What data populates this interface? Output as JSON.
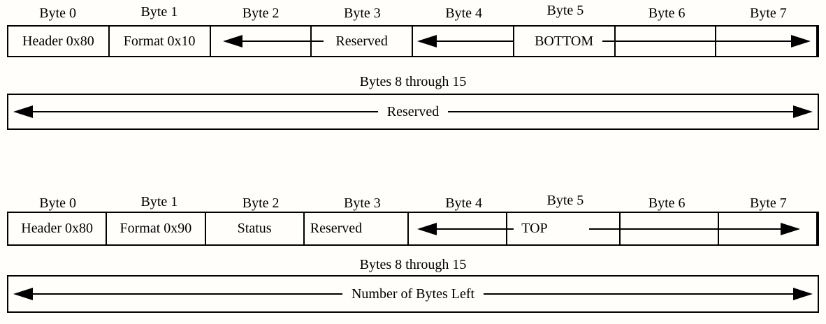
{
  "colors": {
    "ink": "#000000",
    "background": "#fffefb"
  },
  "top_table": {
    "headers": [
      "Byte 0",
      "Byte 1",
      "Byte 2",
      "Byte 3",
      "Byte 4",
      "Byte 5",
      "Byte 6",
      "Byte 7"
    ],
    "row": {
      "byte0": "Header 0x80",
      "byte1": "Format 0x10",
      "byte3_field": "Reserved",
      "byte5_field": "BOTTOM"
    },
    "span": {
      "label": "Bytes 8 through 15",
      "field": "Reserved"
    }
  },
  "bottom_table": {
    "headers": [
      "Byte 0",
      "Byte 1",
      "Byte 2",
      "Byte 3",
      "Byte 4",
      "Byte 5",
      "Byte 6",
      "Byte 7"
    ],
    "row": {
      "byte0": "Header 0x80",
      "byte1": "Format 0x90",
      "byte2": "Status",
      "byte3": "Reserved",
      "byte5_field": "TOP"
    },
    "span": {
      "label": "Bytes 8 through 15",
      "field": "Number of Bytes Left"
    }
  }
}
